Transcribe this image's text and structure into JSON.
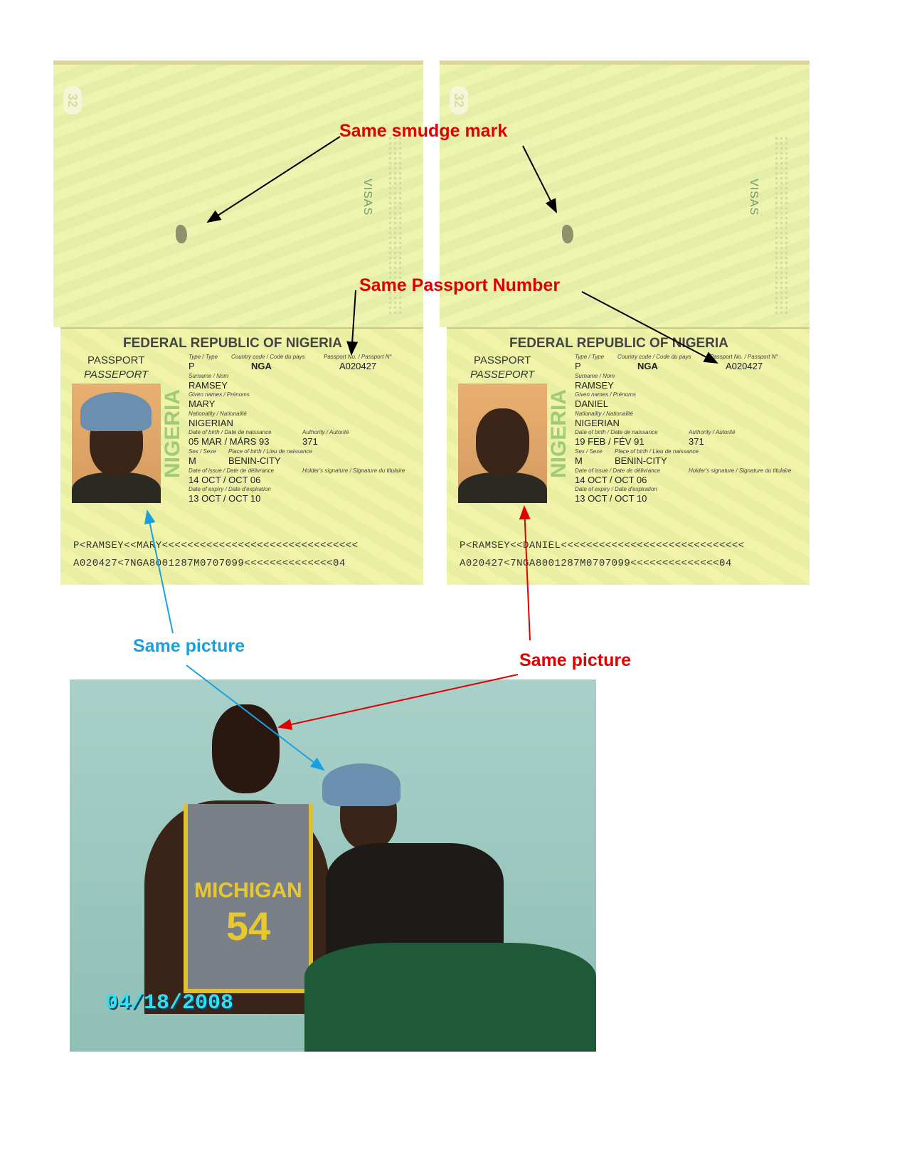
{
  "annotations": {
    "smudge": "Same smudge mark",
    "passport_number": "Same Passport Number",
    "picture_left": "Same picture",
    "picture_right": "Same picture"
  },
  "colors": {
    "red": "#e00000",
    "blue": "#1aa0e0",
    "arrow": "#000000"
  },
  "passports": [
    {
      "page_number": "32",
      "visas": "VISAS",
      "title": "FEDERAL REPUBLIC OF NIGERIA",
      "passport_en": "PASSPORT",
      "passport_fr": "PASSEPORT",
      "type_label": "Type / Type",
      "type": "P",
      "country_label": "Country code / Code du pays",
      "country": "NGA",
      "number_label": "Passport No. / Passport N°",
      "number": "A020427",
      "surname_label": "Surname / Nom",
      "surname": "RAMSEY",
      "given_label": "Given names / Prénoms",
      "given": "MARY",
      "nationality_label": "Nationality / Nationalité",
      "nationality": "NIGERIAN",
      "dob_label": "Date of birth / Date de naissance",
      "dob": "05 MAR / MÁRS 93",
      "authority_label": "Authority / Autorité",
      "authority": "371",
      "sex_label": "Sex / Sexe",
      "sex": "M",
      "pob_label": "Place of birth / Lieu de naissance",
      "pob": "BENIN-CITY",
      "issue_label": "Date of issue / Date de délivrance",
      "issue": "14 OCT  / OCT 06",
      "signature_label": "Holder's signature / Signature du titulaire",
      "expiry_label": "Date of expiry / Date d'expiration",
      "expiry": "13 OCT / OCT 10",
      "vertical": "NIGERIA",
      "mrz1": "P<RAMSEY<<MARY<<<<<<<<<<<<<<<<<<<<<<<<<<<<<<<",
      "mrz2": "A020427<7NGA8001287M0707099<<<<<<<<<<<<<<04"
    },
    {
      "page_number": "32",
      "visas": "VISAS",
      "title": "FEDERAL REPUBLIC OF NIGERIA",
      "passport_en": "PASSPORT",
      "passport_fr": "PASSEPORT",
      "type_label": "Type / Type",
      "type": "P",
      "country_label": "Country code / Code du pays",
      "country": "NGA",
      "number_label": "Passport No. / Passport N°",
      "number": "A020427",
      "surname_label": "Surname / Nom",
      "surname": "RAMSEY",
      "given_label": "Given names / Prénoms",
      "given": "DANIEL",
      "nationality_label": "Nationality / Nationalité",
      "nationality": "NIGERIAN",
      "dob_label": "Date of birth / Date de naissance",
      "dob": "19 FEB / FÉV 91",
      "authority_label": "Authority / Autorité",
      "authority": "371",
      "sex_label": "Sex / Sexe",
      "sex": "M",
      "pob_label": "Place of birth / Lieu de naissance",
      "pob": "BENIN-CITY",
      "issue_label": "Date of issue / Date de délivrance",
      "issue": "14 OCT  / OCT 06",
      "signature_label": "Holder's signature / Signature du titulaire",
      "expiry_label": "Date of expiry / Date d'expiration",
      "expiry": "13 OCT / OCT 10",
      "vertical": "NIGERIA",
      "mrz1": "P<RAMSEY<<DANIEL<<<<<<<<<<<<<<<<<<<<<<<<<<<<<",
      "mrz2": "A020427<7NGA8001287M0707099<<<<<<<<<<<<<<04"
    }
  ],
  "photo": {
    "date_stamp": "04/18/2008",
    "jersey_text": "MICHIGAN",
    "jersey_number": "54"
  }
}
